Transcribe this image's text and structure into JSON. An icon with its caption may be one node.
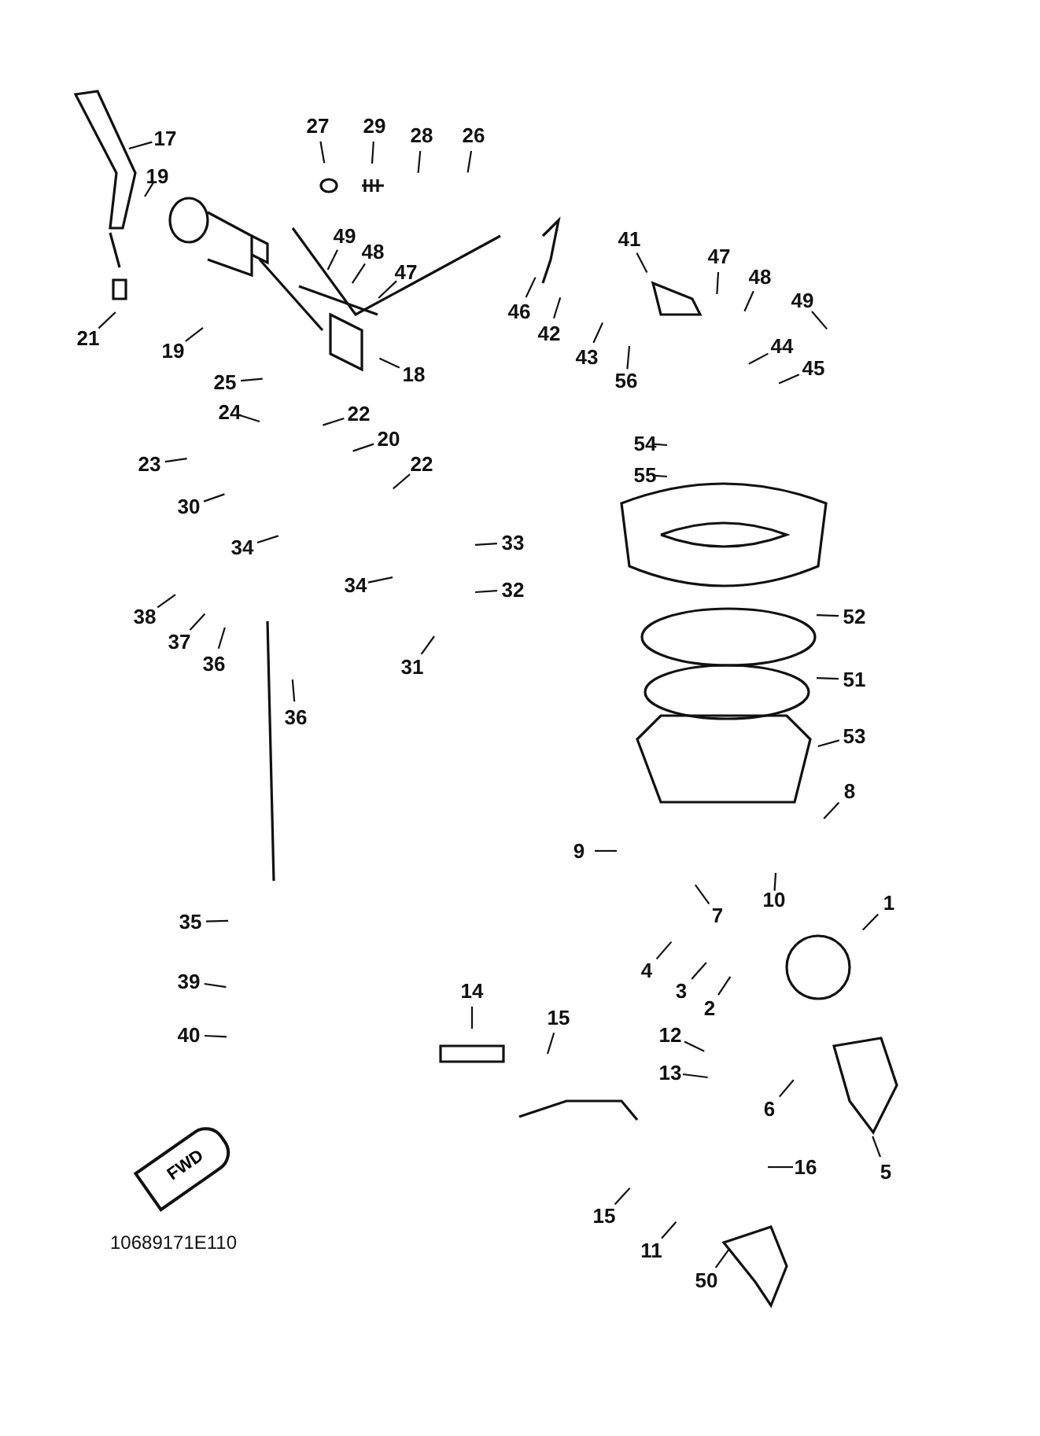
{
  "diagram": {
    "nodes": [
      {
        "text": [
          "17"
        ]
      },
      {
        "text": [
          "19"
        ]
      },
      {
        "text": [
          "21"
        ]
      },
      {
        "text": [
          "19"
        ]
      },
      {
        "text": [
          "27"
        ]
      },
      {
        "text": [
          "29"
        ]
      },
      {
        "text": [
          "28"
        ]
      },
      {
        "text": [
          "26"
        ]
      },
      {
        "text": [
          "49"
        ]
      },
      {
        "text": [
          "48"
        ]
      },
      {
        "text": [
          "47"
        ]
      },
      {
        "text": [
          "18"
        ]
      },
      {
        "text": [
          "25"
        ]
      },
      {
        "text": [
          "24"
        ]
      },
      {
        "text": [
          "22"
        ]
      },
      {
        "text": [
          "23"
        ]
      },
      {
        "text": [
          "20"
        ]
      },
      {
        "text": [
          "22"
        ]
      },
      {
        "text": [
          "30"
        ]
      },
      {
        "text": [
          "34"
        ]
      },
      {
        "text": [
          "33"
        ]
      },
      {
        "text": [
          "34"
        ]
      },
      {
        "text": [
          "32"
        ]
      },
      {
        "text": [
          "38"
        ]
      },
      {
        "text": [
          "37"
        ]
      },
      {
        "text": [
          "36"
        ]
      },
      {
        "text": [
          "36"
        ]
      },
      {
        "text": [
          "31"
        ]
      },
      {
        "text": [
          "46"
        ]
      },
      {
        "text": [
          "42"
        ]
      },
      {
        "text": [
          "41"
        ]
      },
      {
        "text": [
          "47"
        ]
      },
      {
        "text": [
          "48"
        ]
      },
      {
        "text": [
          "49"
        ]
      },
      {
        "text": [
          "43"
        ]
      },
      {
        "text": [
          "56"
        ]
      },
      {
        "text": [
          "44"
        ]
      },
      {
        "text": [
          "45"
        ]
      },
      {
        "text": [
          "54"
        ]
      },
      {
        "text": [
          "55"
        ]
      },
      {
        "text": [
          "52"
        ]
      },
      {
        "text": [
          "51"
        ]
      },
      {
        "text": [
          "53"
        ]
      },
      {
        "text": [
          "8"
        ]
      },
      {
        "text": [
          "9"
        ]
      },
      {
        "text": [
          "10"
        ]
      },
      {
        "text": [
          "7"
        ]
      },
      {
        "text": [
          "4"
        ]
      },
      {
        "text": [
          "3"
        ]
      },
      {
        "text": [
          "2"
        ]
      },
      {
        "text": [
          "1"
        ]
      },
      {
        "text": [
          "35"
        ]
      },
      {
        "text": [
          "39"
        ]
      },
      {
        "text": [
          "40"
        ]
      },
      {
        "text": [
          "14"
        ]
      },
      {
        "text": [
          "15"
        ]
      },
      {
        "text": [
          "12"
        ]
      },
      {
        "text": [
          "13"
        ]
      },
      {
        "text": [
          "6"
        ]
      },
      {
        "text": [
          "5"
        ]
      },
      {
        "text": [
          "16"
        ]
      },
      {
        "text": [
          "15"
        ]
      },
      {
        "text": [
          "11"
        ]
      },
      {
        "text": [
          "50"
        ]
      }
    ],
    "edges": [
      {
        "from": 0,
        "to": null,
        "arrow": "none"
      },
      {
        "from": 1,
        "to": null,
        "arrow": "none"
      },
      {
        "from": 2,
        "to": null,
        "arrow": "none"
      },
      {
        "from": 3,
        "to": null,
        "arrow": "none"
      },
      {
        "from": 4,
        "to": null,
        "arrow": "none"
      },
      {
        "from": 5,
        "to": null,
        "arrow": "none"
      },
      {
        "from": 6,
        "to": null,
        "arrow": "none"
      },
      {
        "from": 7,
        "to": null,
        "arrow": "none"
      },
      {
        "from": 8,
        "to": null,
        "arrow": "none"
      },
      {
        "from": 9,
        "to": null,
        "arrow": "none"
      },
      {
        "from": 10,
        "to": null,
        "arrow": "none"
      },
      {
        "from": 11,
        "to": null,
        "arrow": "none"
      },
      {
        "from": 12,
        "to": null,
        "arrow": "none"
      },
      {
        "from": 13,
        "to": null,
        "arrow": "none"
      },
      {
        "from": 14,
        "to": null,
        "arrow": "none"
      },
      {
        "from": 15,
        "to": null,
        "arrow": "none"
      },
      {
        "from": 16,
        "to": null,
        "arrow": "none"
      },
      {
        "from": 17,
        "to": null,
        "arrow": "none"
      },
      {
        "from": 18,
        "to": null,
        "arrow": "none"
      },
      {
        "from": 19,
        "to": null,
        "arrow": "none"
      },
      {
        "from": 20,
        "to": null,
        "arrow": "none"
      },
      {
        "from": 21,
        "to": null,
        "arrow": "none"
      },
      {
        "from": 22,
        "to": null,
        "arrow": "none"
      },
      {
        "from": 23,
        "to": null,
        "arrow": "none"
      },
      {
        "from": 24,
        "to": null,
        "arrow": "none"
      },
      {
        "from": 25,
        "to": null,
        "arrow": "none"
      },
      {
        "from": 26,
        "to": null,
        "arrow": "none"
      },
      {
        "from": 27,
        "to": null,
        "arrow": "none"
      },
      {
        "from": 28,
        "to": null,
        "arrow": "none"
      },
      {
        "from": 29,
        "to": null,
        "arrow": "none"
      },
      {
        "from": 30,
        "to": null,
        "arrow": "none"
      },
      {
        "from": 31,
        "to": null,
        "arrow": "none"
      },
      {
        "from": 32,
        "to": null,
        "arrow": "none"
      },
      {
        "from": 33,
        "to": null,
        "arrow": "none"
      },
      {
        "from": 34,
        "to": null,
        "arrow": "none"
      },
      {
        "from": 35,
        "to": null,
        "arrow": "none"
      },
      {
        "from": 36,
        "to": null,
        "arrow": "none"
      },
      {
        "from": 37,
        "to": null,
        "arrow": "none"
      },
      {
        "from": 38,
        "to": null,
        "arrow": "none"
      },
      {
        "from": 39,
        "to": null,
        "arrow": "none"
      },
      {
        "from": 40,
        "to": null,
        "arrow": "none"
      },
      {
        "from": 41,
        "to": null,
        "arrow": "none"
      },
      {
        "from": 42,
        "to": null,
        "arrow": "none"
      },
      {
        "from": 43,
        "to": null,
        "arrow": "none"
      },
      {
        "from": 44,
        "to": null,
        "arrow": "none"
      },
      {
        "from": 45,
        "to": null,
        "arrow": "none"
      },
      {
        "from": 46,
        "to": null,
        "arrow": "none"
      },
      {
        "from": 47,
        "to": null,
        "arrow": "none"
      },
      {
        "from": 48,
        "to": null,
        "arrow": "none"
      },
      {
        "from": 49,
        "to": null,
        "arrow": "none"
      },
      {
        "from": 50,
        "to": null,
        "arrow": "none"
      },
      {
        "from": 51,
        "to": null,
        "arrow": "none"
      },
      {
        "from": 52,
        "to": null,
        "arrow": "none"
      },
      {
        "from": 53,
        "to": null,
        "arrow": "none"
      },
      {
        "from": 54,
        "to": null,
        "arrow": "none"
      },
      {
        "from": 55,
        "to": null,
        "arrow": "none"
      },
      {
        "from": 56,
        "to": null,
        "arrow": "none"
      },
      {
        "from": 57,
        "to": null,
        "arrow": "none"
      },
      {
        "from": 58,
        "to": null,
        "arrow": "none"
      },
      {
        "from": 59,
        "to": null,
        "arrow": "none"
      },
      {
        "from": 60,
        "to": null,
        "arrow": "none"
      },
      {
        "from": 61,
        "to": null,
        "arrow": "none"
      },
      {
        "from": 62,
        "to": null,
        "arrow": "none"
      },
      {
        "from": 63,
        "to": null,
        "arrow": "none"
      }
    ],
    "labels": [
      "FWD",
      "10689171E110"
    ]
  }
}
